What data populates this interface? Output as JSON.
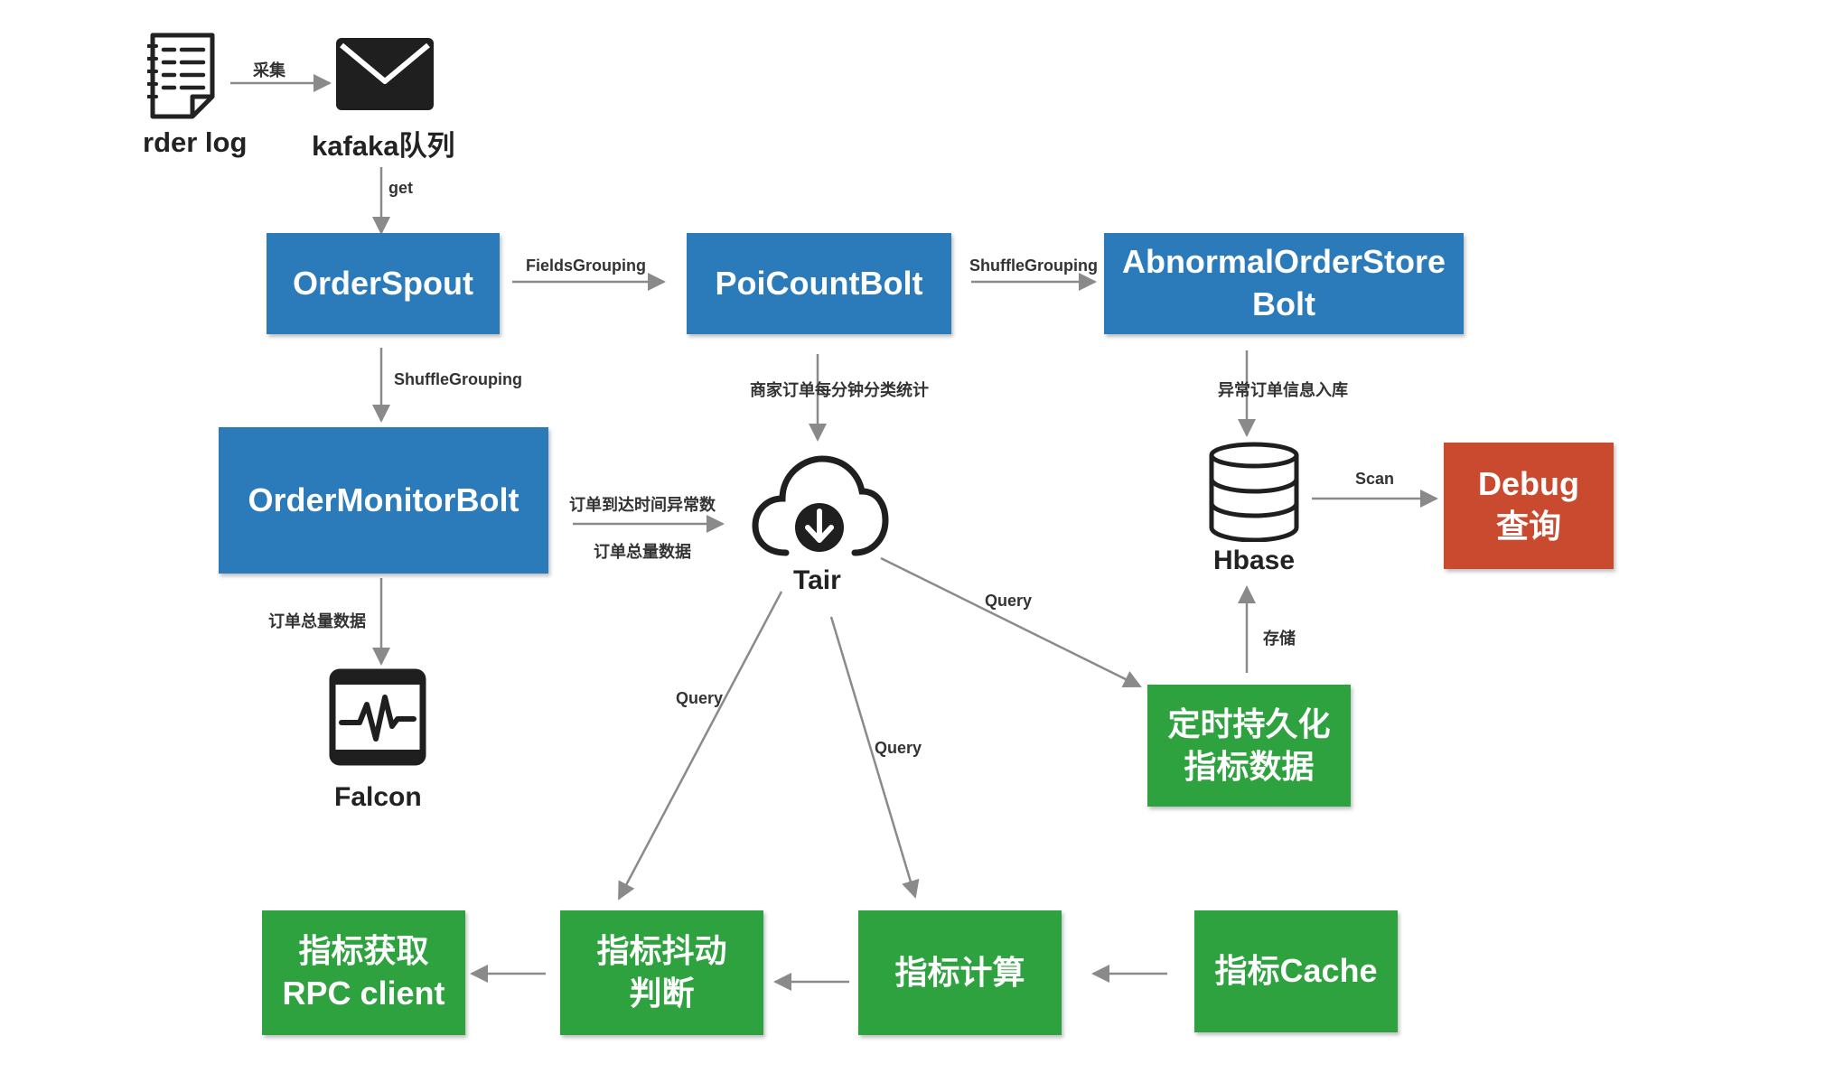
{
  "nodes": {
    "order_log": "rder log",
    "kafka": "kafaka队列",
    "order_spout": "OrderSpout",
    "poi_count_bolt": "PoiCountBolt",
    "abnormal_store_line1": "AbnormalOrderStore",
    "abnormal_store_line2": "Bolt",
    "order_monitor_bolt": "OrderMonitorBolt",
    "tair": "Tair",
    "hbase": "Hbase",
    "debug_line1": "Debug",
    "debug_line2": "查询",
    "falcon": "Falcon",
    "persist_line1": "定时持久化",
    "persist_line2": "指标数据",
    "metric_rpc_line1": "指标获取",
    "metric_rpc_line2": "RPC client",
    "metric_jitter_line1": "指标抖动",
    "metric_jitter_line2": "判断",
    "metric_compute": "指标计算",
    "metric_cache": "指标Cache"
  },
  "edge_labels": {
    "collect": "采集",
    "get": "get",
    "fields_grouping": "FieldsGrouping",
    "shuffle_grouping_right": "ShuffleGrouping",
    "shuffle_grouping_down": "ShuffleGrouping",
    "merchant_stats": "商家订单每分钟分类统计",
    "abnormal_persist": "异常订单信息入库",
    "arrival_abnormal": "订单到达时间异常数",
    "order_total_to_tair": "订单总量数据",
    "order_total_to_falcon": "订单总量数据",
    "scan": "Scan",
    "query_persist": "Query",
    "store": "存储",
    "query_jitter": "Query",
    "query_compute": "Query"
  },
  "colors": {
    "blue_box": "#2b7bbb",
    "green_box": "#2ea23f",
    "red_box": "#c94a2e",
    "arrow": "#8a8a8a"
  },
  "icons": {
    "order_log": "document-list-icon",
    "kafka": "envelope-icon",
    "tair": "cloud-download-icon",
    "hbase": "database-icon",
    "falcon": "pulse-monitor-icon"
  }
}
